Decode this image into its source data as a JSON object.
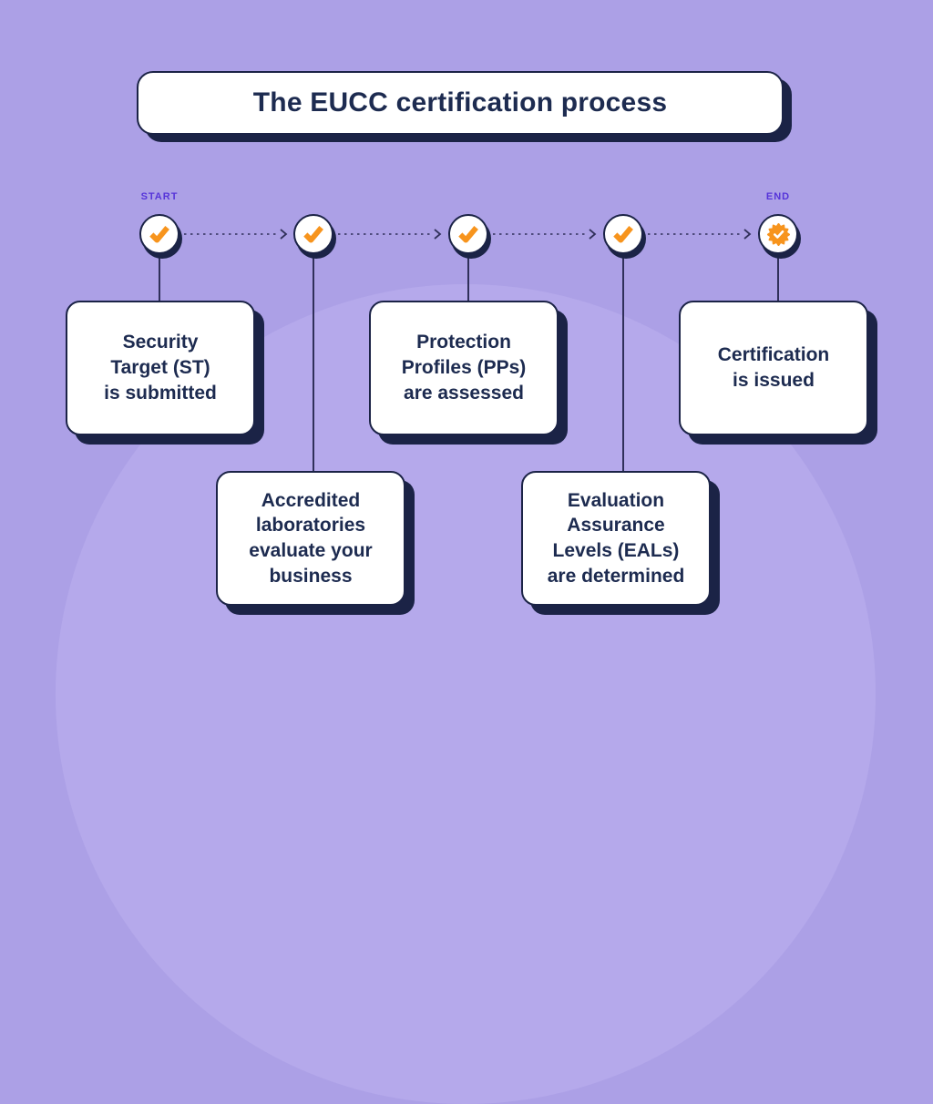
{
  "title": "The EUCC certification process",
  "timeline": {
    "start_label": "START",
    "end_label": "END",
    "node_icons": [
      "check-icon",
      "check-icon",
      "check-icon",
      "check-icon",
      "certificate-badge-icon"
    ]
  },
  "steps": [
    {
      "text": "Security\nTarget (ST)\nis submitted",
      "position": "top"
    },
    {
      "text": "Accredited\nlaboratories\nevaluate your\nbusiness",
      "position": "bottom"
    },
    {
      "text": "Protection\nProfiles (PPs)\nare assessed",
      "position": "top"
    },
    {
      "text": "Evaluation\nAssurance\nLevels (EALs)\nare determined",
      "position": "bottom"
    },
    {
      "text": "Certification\nis issued",
      "position": "top"
    }
  ],
  "colors": {
    "background": "#aca0e6",
    "background_circle": "#b5a9eb",
    "navy": "#1b2346",
    "text_navy": "#1d2b50",
    "orange": "#f7941d",
    "label_purple": "#5634d9",
    "card_background": "#ffffff"
  }
}
